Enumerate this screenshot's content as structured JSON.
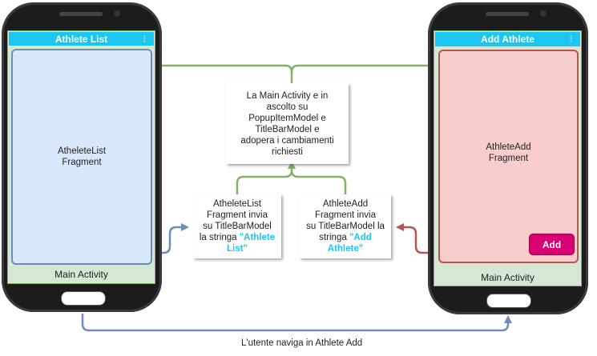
{
  "left_phone": {
    "title": "Athlete List",
    "menu_glyph": "⋮",
    "fragment_line1": "AtheleteList",
    "fragment_line2": "Fragment",
    "main_activity": "Main Activity"
  },
  "right_phone": {
    "title": "Add Athlete",
    "menu_glyph": "⋮",
    "fragment_line1": "AthleteAdd",
    "fragment_line2": "Fragment",
    "add_button": "Add",
    "main_activity": "Main Activity"
  },
  "notes": {
    "center_line1": "La Main Activity e in",
    "center_line2": "ascolto su",
    "center_line3": "PopupItemModel e",
    "center_line4": "TitleBarModel e",
    "center_line5": "adopera i cambiamenti",
    "center_line6": "richiesti",
    "left_line1": "AtheleteList",
    "left_line2": "Fragment invia",
    "left_line3": "su TitleBarModel",
    "left_line4_prefix": "la stringa ",
    "left_line4_hl": "\"Athlete",
    "left_line5_hl": "List\"",
    "right_line1": "AthleteAdd",
    "right_line2": "Fragment invia",
    "right_line3": "su TitleBarModel la",
    "right_line4_prefix": "stringa ",
    "right_line4_hl": "\"Add",
    "right_line5_hl": "Athlete\""
  },
  "caption": "L'utente naviga in Athlete Add",
  "colors": {
    "green_arrow": "#82b366",
    "blue_arrow": "#6c8ebf",
    "red_arrow": "#b85450",
    "titlebar": "#1cc6f2",
    "highlight": "#1cc6f2"
  }
}
